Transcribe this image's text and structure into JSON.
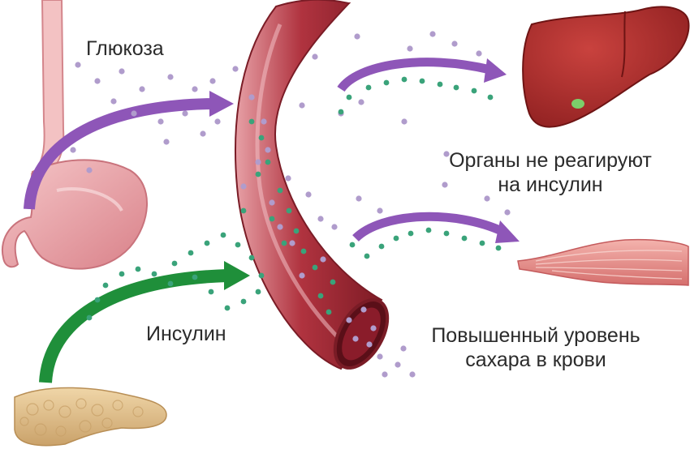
{
  "labels": {
    "glucose": "Глюкоза",
    "insulin": "Инсулин",
    "organs_line1": "Органы не реагируют",
    "organs_line2": "на инсулин",
    "sugar_line1": "Повышенный уровень",
    "sugar_line2": "сахара в крови"
  },
  "colors": {
    "glucose_particle": "#b09ccc",
    "insulin_particle": "#3aa37a",
    "glucose_arrow": "#8e56b8",
    "insulin_arrow": "#1f8f3a",
    "vessel": "#a83040",
    "liver": "#b0282a",
    "muscle": "#e58e8a",
    "stomach": "#e7a1a6",
    "pancreas": "#e2c38f"
  },
  "icons": {
    "stomach": "stomach-icon",
    "pancreas": "pancreas-icon",
    "liver": "liver-icon",
    "muscle": "muscle-icon",
    "vessel": "blood-vessel-icon"
  }
}
